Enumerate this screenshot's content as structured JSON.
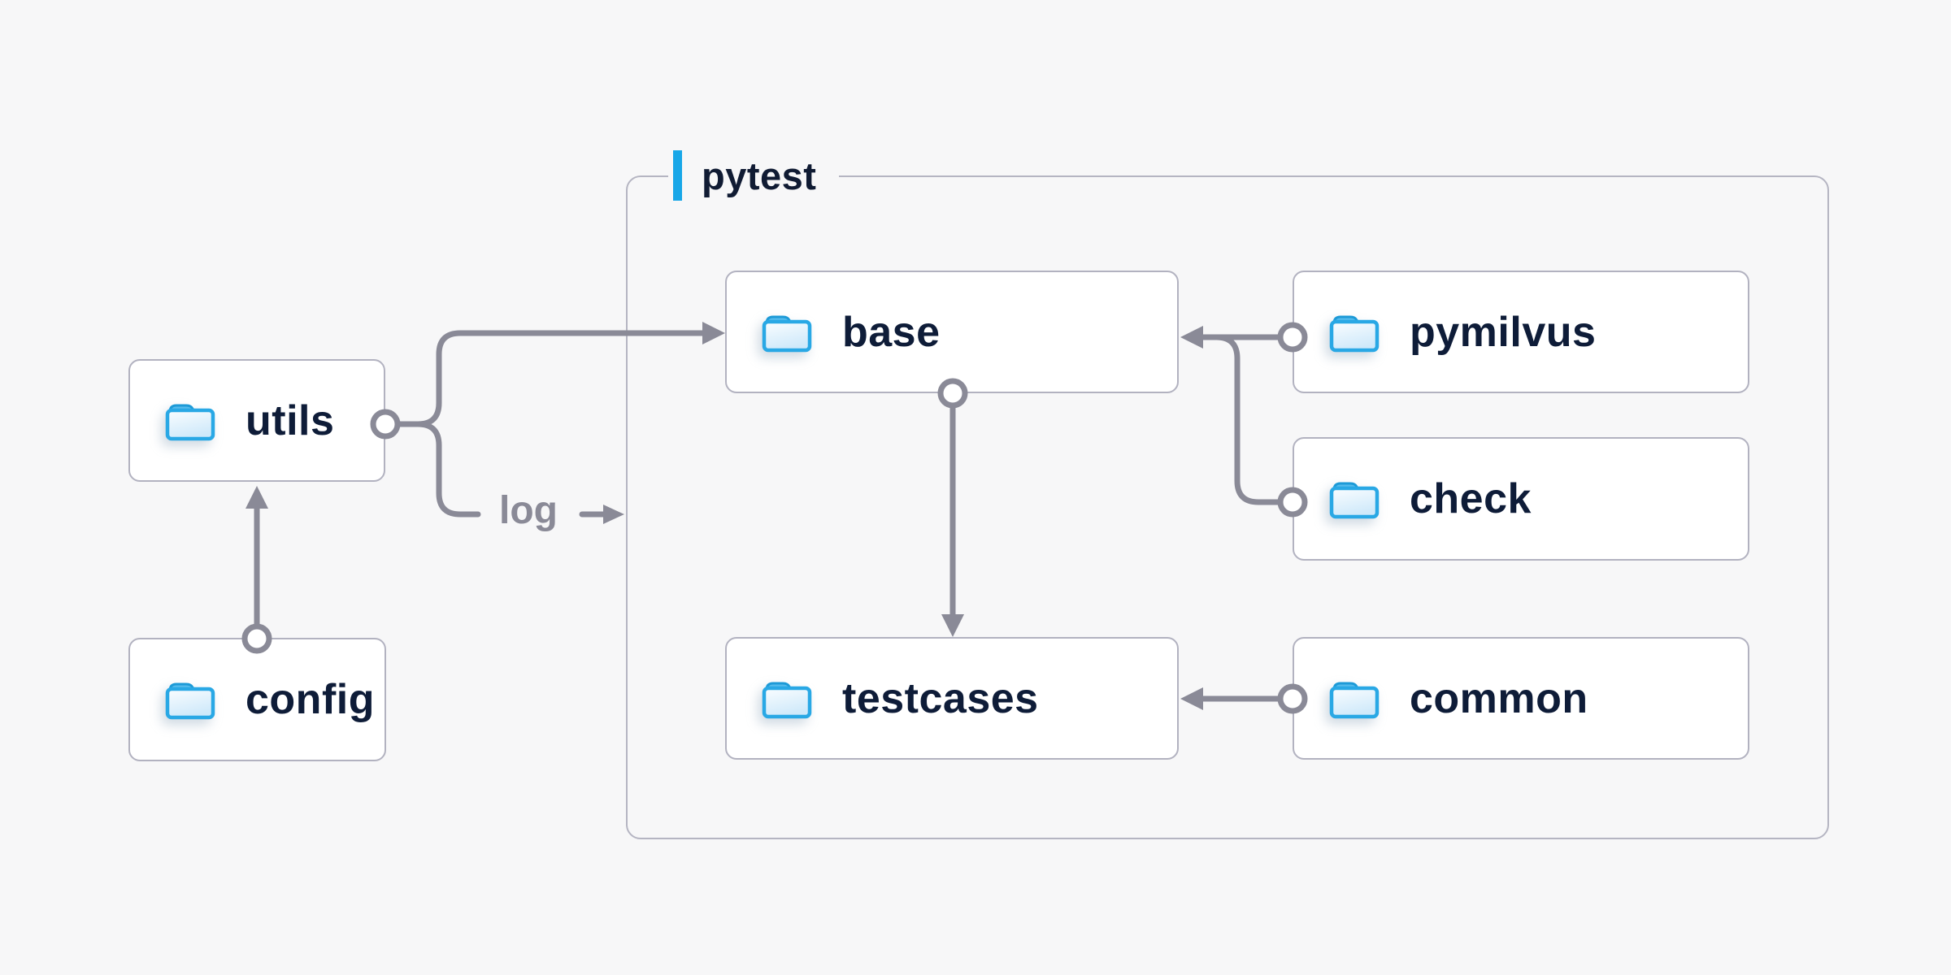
{
  "diagram": {
    "container": {
      "label": "pytest"
    },
    "nodes": [
      {
        "id": "utils",
        "label": "utils",
        "inside_pytest": false
      },
      {
        "id": "config",
        "label": "config",
        "inside_pytest": false
      },
      {
        "id": "base",
        "label": "base",
        "inside_pytest": true
      },
      {
        "id": "pymilvus",
        "label": "pymilvus",
        "inside_pytest": true
      },
      {
        "id": "check",
        "label": "check",
        "inside_pytest": true
      },
      {
        "id": "testcases",
        "label": "testcases",
        "inside_pytest": true
      },
      {
        "id": "common",
        "label": "common",
        "inside_pytest": true
      }
    ],
    "edges": [
      {
        "from": "utils",
        "to": "base",
        "label": ""
      },
      {
        "from": "utils",
        "to": "log",
        "label": "log"
      },
      {
        "from": "config",
        "to": "utils",
        "label": ""
      },
      {
        "from": "pymilvus",
        "to": "base",
        "label": ""
      },
      {
        "from": "check",
        "to": "base",
        "label": ""
      },
      {
        "from": "base",
        "to": "testcases",
        "label": ""
      },
      {
        "from": "common",
        "to": "testcases",
        "label": ""
      }
    ],
    "icons": {
      "folder": "folder-icon",
      "log_arrow": "→"
    },
    "colors": {
      "background": "#f7f7f8",
      "node_fill": "#ffffff",
      "box_border": "#b2b2c0",
      "connector_gray": "#8a8a97",
      "text_navy": "#0e1c38",
      "accent_blue": "#18a7e8",
      "folder_stroke": "#29a8e5"
    }
  }
}
